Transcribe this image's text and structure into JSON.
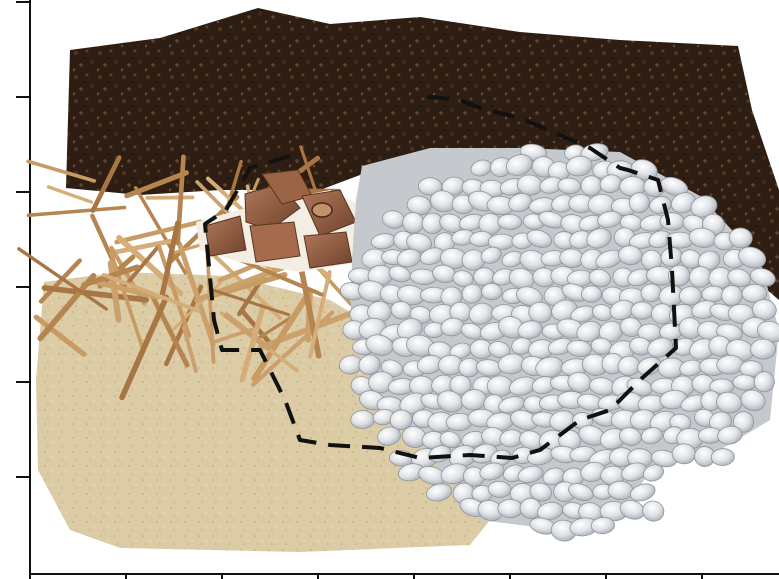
{
  "figure": {
    "title": "",
    "axes": {
      "y_tick_count": 6,
      "x_tick_count": 8,
      "tick_labels": []
    },
    "regions": [
      {
        "name": "dark-soil-layer",
        "color": "#2e1d12"
      },
      {
        "name": "tan-sand-layer",
        "color": "#d9c7a0"
      },
      {
        "name": "straw-bundle",
        "color": "#c49a62"
      },
      {
        "name": "root-chunk-pile",
        "color": "#8a5a3c"
      },
      {
        "name": "pebble-cluster",
        "color": "#dfe2e6"
      }
    ],
    "outline": {
      "style": "dashed",
      "color": "#111111"
    },
    "background": "#ffffff"
  }
}
